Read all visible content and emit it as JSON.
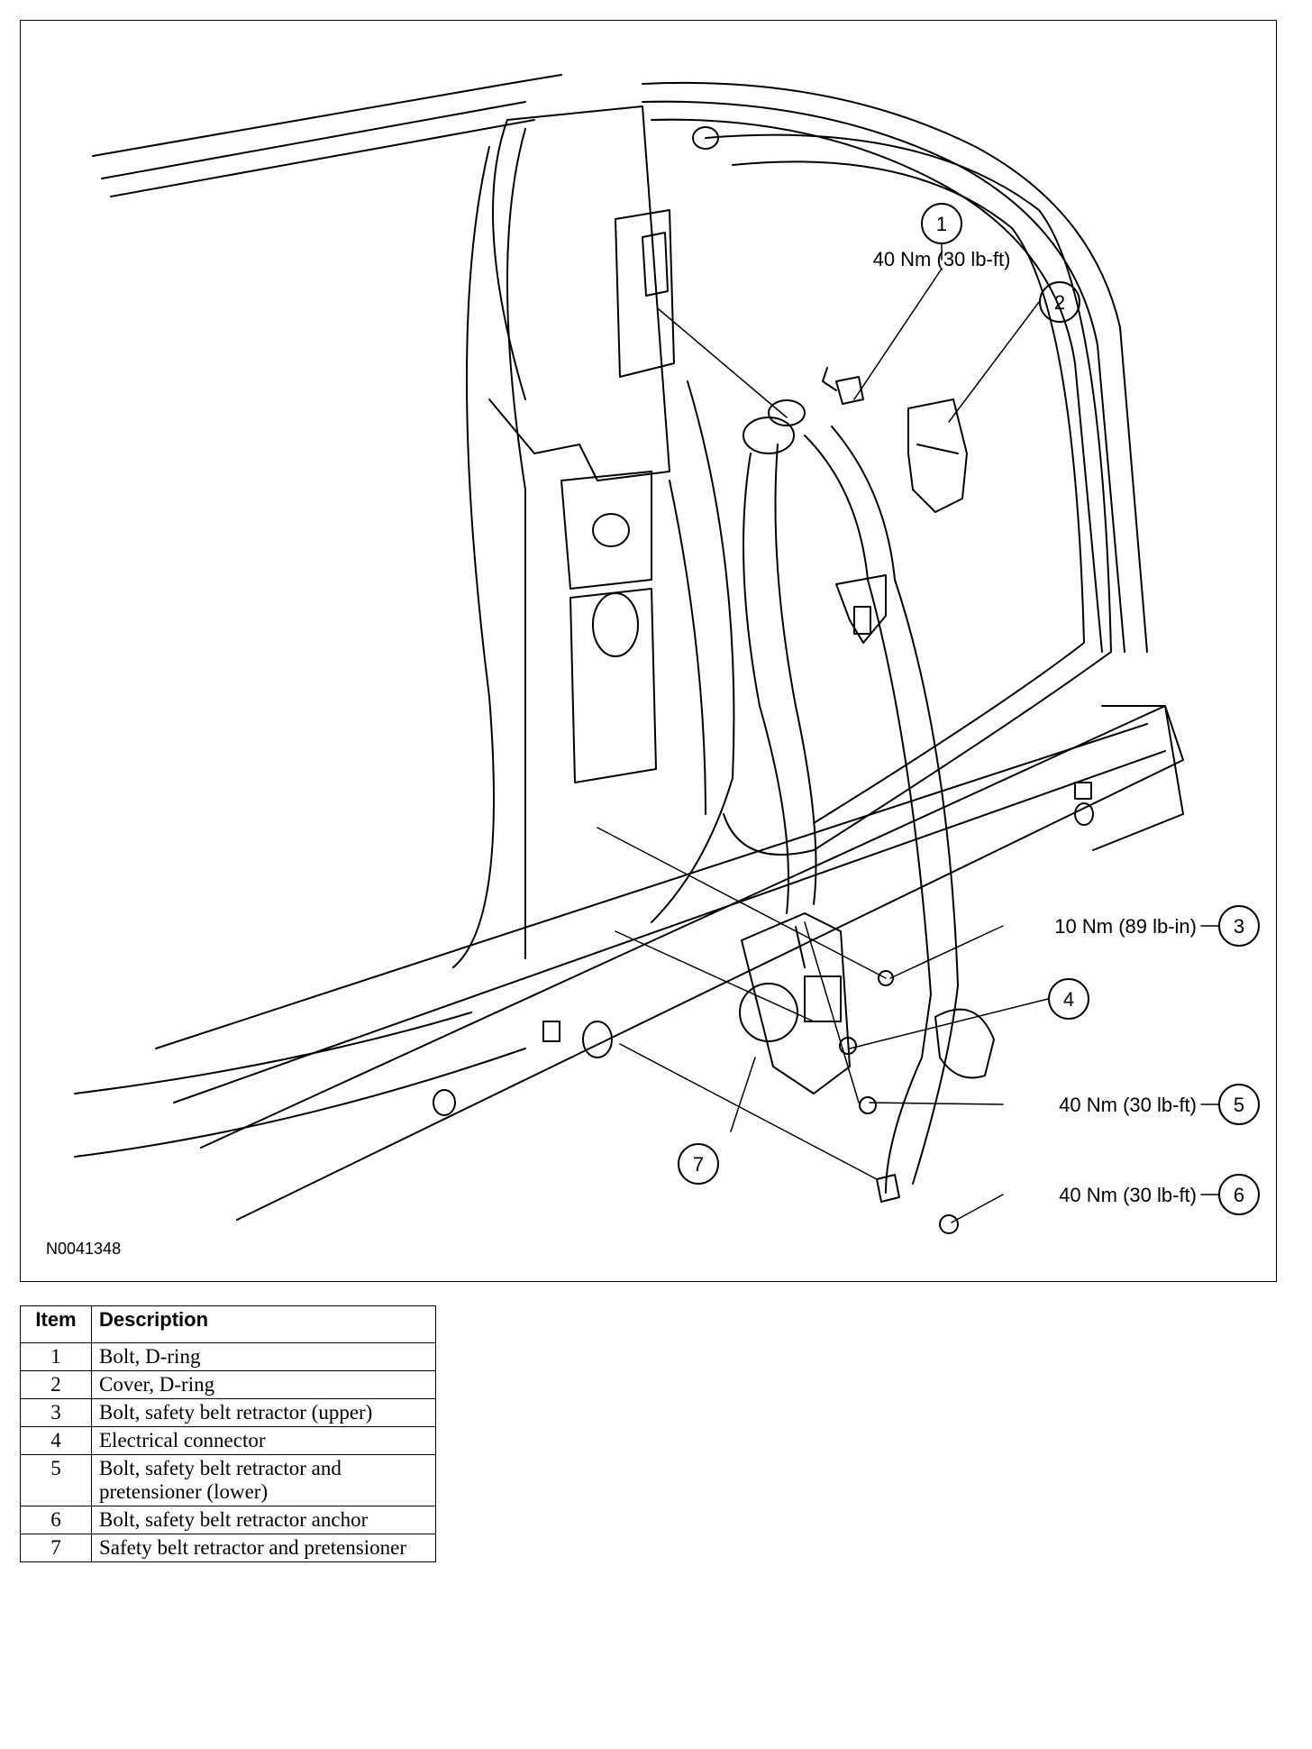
{
  "figure": {
    "id": "N0041348",
    "callouts": [
      {
        "num": "1",
        "torque": "40 Nm (30 lb-ft)"
      },
      {
        "num": "2",
        "torque": ""
      },
      {
        "num": "3",
        "torque": "10 Nm (89 lb-in)"
      },
      {
        "num": "4",
        "torque": ""
      },
      {
        "num": "5",
        "torque": "40 Nm (30 lb-ft)"
      },
      {
        "num": "6",
        "torque": "40 Nm (30 lb-ft)"
      },
      {
        "num": "7",
        "torque": ""
      }
    ]
  },
  "table": {
    "headers": {
      "item": "Item",
      "description": "Description"
    },
    "rows": [
      {
        "item": "1",
        "description": "Bolt, D-ring"
      },
      {
        "item": "2",
        "description": "Cover, D-ring"
      },
      {
        "item": "3",
        "description": "Bolt, safety belt retractor (upper)"
      },
      {
        "item": "4",
        "description": "Electrical connector"
      },
      {
        "item": "5",
        "description": "Bolt, safety belt retractor and pretensioner (lower)"
      },
      {
        "item": "6",
        "description": "Bolt, safety belt retractor anchor"
      },
      {
        "item": "7",
        "description": "Safety belt retractor and pretensioner"
      }
    ]
  }
}
